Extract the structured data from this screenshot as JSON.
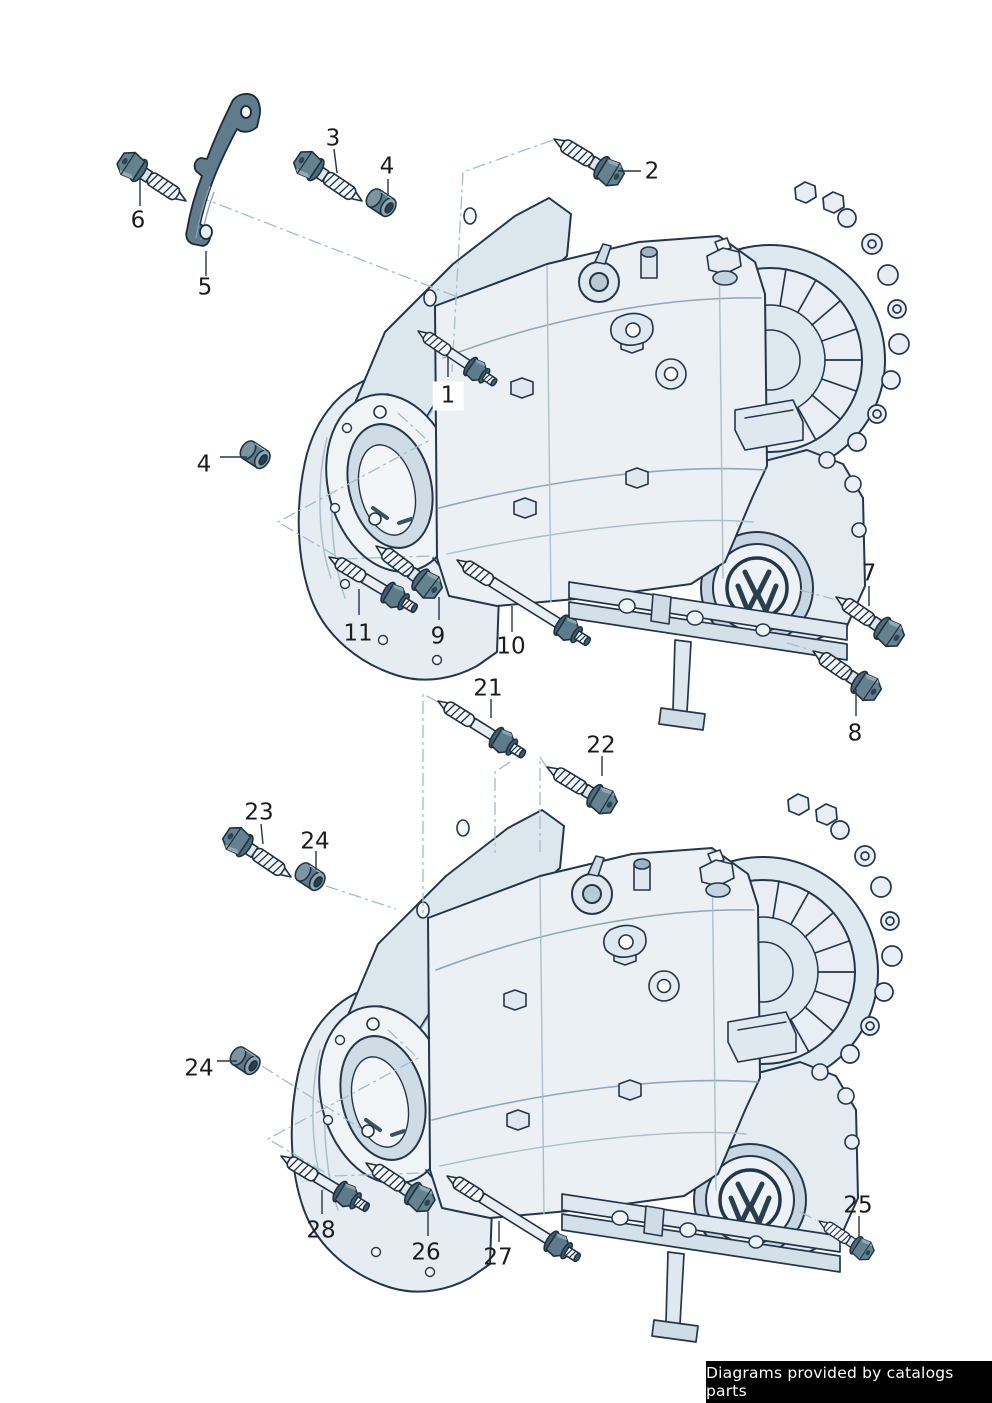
{
  "diagram_type": "exploded parts diagram - gearbox mounting bolts",
  "callouts": [
    {
      "label": "6"
    },
    {
      "label": "5"
    },
    {
      "label": "3"
    },
    {
      "label": "4"
    },
    {
      "label": "2"
    },
    {
      "label": "1"
    },
    {
      "label": "4"
    },
    {
      "label": "11"
    },
    {
      "label": "9"
    },
    {
      "label": "10"
    },
    {
      "label": "7"
    },
    {
      "label": "8"
    },
    {
      "label": "21"
    },
    {
      "label": "22"
    },
    {
      "label": "23"
    },
    {
      "label": "24"
    },
    {
      "label": "24"
    },
    {
      "label": "28"
    },
    {
      "label": "26"
    },
    {
      "label": "27"
    },
    {
      "label": "25"
    }
  ],
  "icons": [
    {
      "name": "vw-logo",
      "location": "gearbox end cap"
    }
  ],
  "footer": {
    "credit": "Diagrams provided by catalogs parts"
  },
  "colors": {
    "ink": "#24364a",
    "housing": "#e8eef3",
    "housing_shade": "#cfdce5",
    "metal": "#5d7b8a",
    "metal_dark": "#41606f",
    "guide_line": "#a5bcca",
    "footer_bg": "#000000",
    "footer_text": "#ffffff"
  }
}
